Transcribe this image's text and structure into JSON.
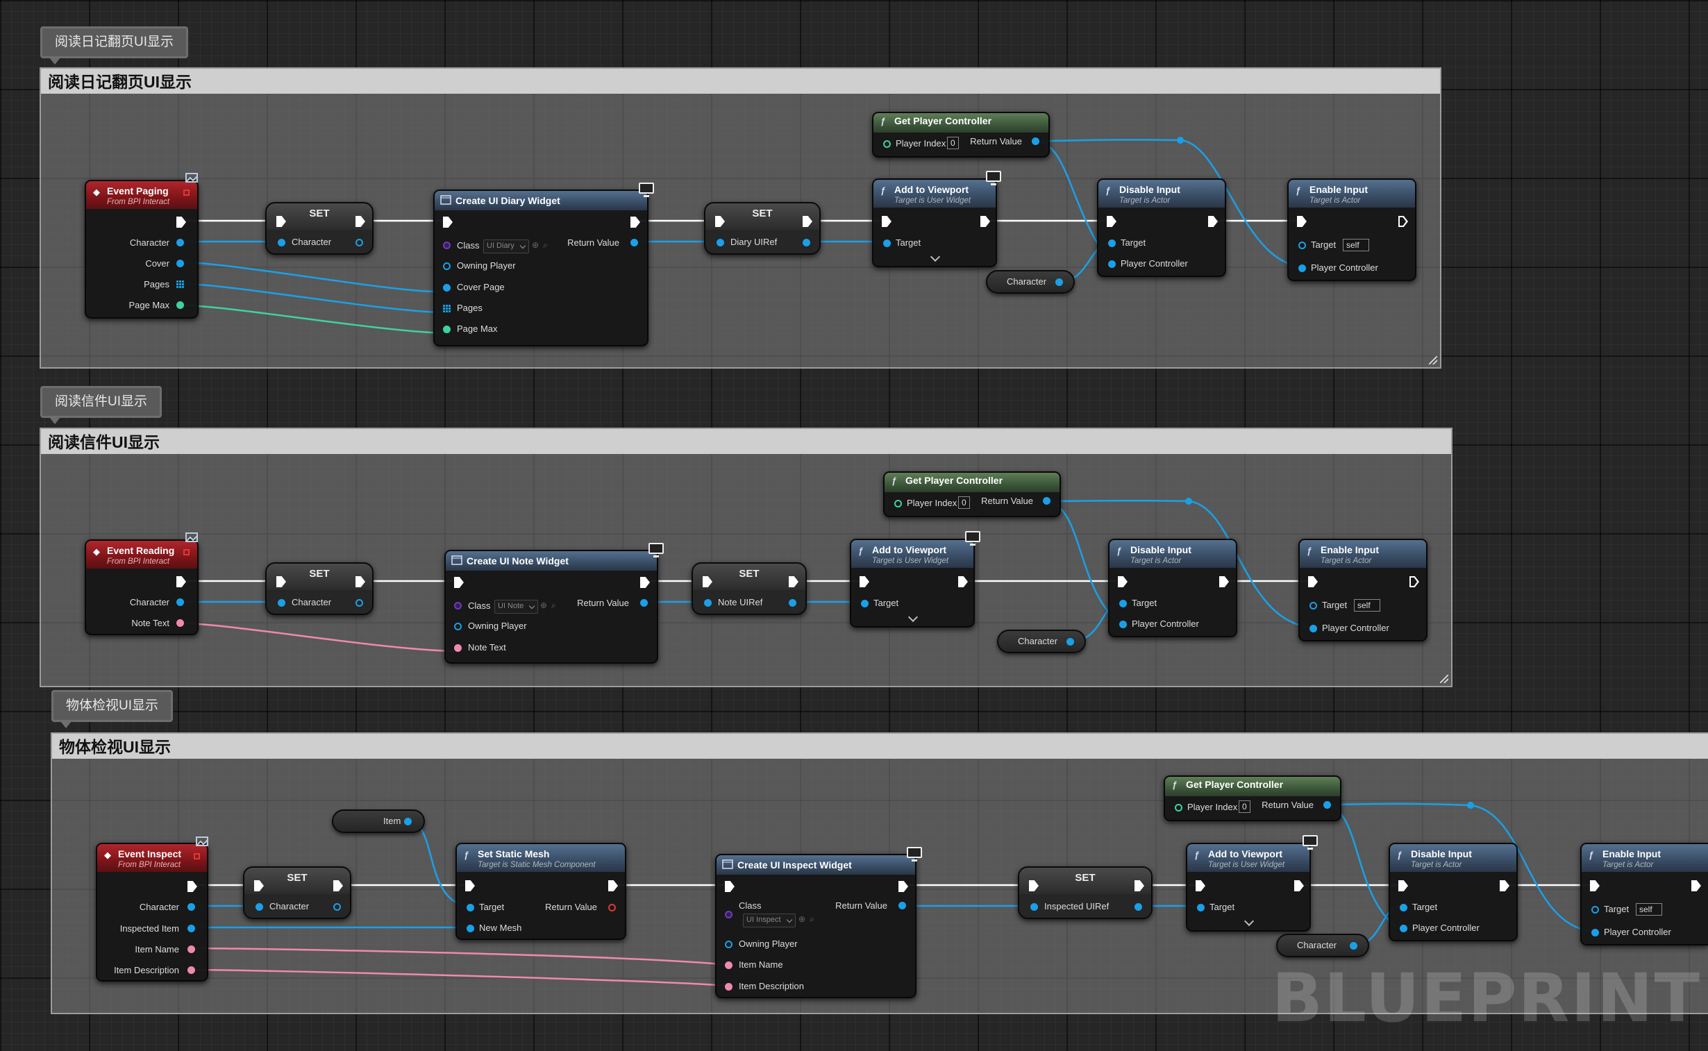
{
  "comments": [
    {
      "tag": "阅读日记翻页UI显示",
      "header": "阅读日记翻页UI显示"
    },
    {
      "tag": "阅读信件UI显示",
      "header": "阅读信件UI显示"
    },
    {
      "tag": "物体检视UI显示",
      "header": "物体检视UI显示"
    }
  ],
  "events": [
    {
      "title": "Event Paging",
      "subtitle": "From BPI Interact",
      "outputs": [
        "Character",
        "Cover",
        "Pages",
        "Page Max"
      ]
    },
    {
      "title": "Event Reading",
      "subtitle": "From BPI Interact",
      "outputs": [
        "Character",
        "Note Text"
      ]
    },
    {
      "title": "Event Inspect",
      "subtitle": "From BPI Interact",
      "outputs": [
        "Character",
        "Inspected Item",
        "Item Name",
        "Item Description"
      ]
    }
  ],
  "set_nodes": {
    "title": "SET",
    "set_character": "Character",
    "diary_uiref": "Diary UIRef",
    "note_uiref": "Note UIRef",
    "inspected_uiref": "Inspected UIRef"
  },
  "create_widgets": [
    {
      "title": "Create UI Diary Widget",
      "class_label": "Class",
      "class_value": "UI Diary",
      "return_label": "Return Value",
      "inputs": [
        "Owning Player",
        "Cover Page",
        "Pages",
        "Page Max"
      ]
    },
    {
      "title": "Create UI Note Widget",
      "class_label": "Class",
      "class_value": "UI Note",
      "return_label": "Return Value",
      "inputs": [
        "Owning Player",
        "Note Text"
      ]
    },
    {
      "title": "Create UI Inspect Widget",
      "class_label": "Class",
      "class_value": "UI Inspect",
      "return_label": "Return Value",
      "inputs": [
        "Owning Player",
        "Item Name",
        "Item Description"
      ]
    }
  ],
  "get_player_controller": {
    "title": "Get Player Controller",
    "index_label": "Player Index",
    "index_value": "0",
    "return_label": "Return Value"
  },
  "add_to_viewport": {
    "title": "Add to Viewport",
    "subtitle": "Target is User Widget",
    "target": "Target"
  },
  "disable_input": {
    "title": "Disable Input",
    "subtitle": "Target is Actor",
    "target": "Target",
    "pc": "Player Controller"
  },
  "enable_input": {
    "title": "Enable Input",
    "subtitle": "Target is Actor",
    "target": "Target",
    "target_value": "self",
    "pc": "Player Controller"
  },
  "getter_character": "Character",
  "getter_item": "Item",
  "set_static_mesh": {
    "title": "Set Static Mesh",
    "subtitle": "Target is Static Mesh Component",
    "target": "Target",
    "new_mesh": "New Mesh",
    "return_label": "Return Value"
  },
  "watermark": "BLUEPRINT",
  "colors": {
    "exec": "#ffffff",
    "object": "#1aa0e8",
    "text": "#f089b1",
    "integer": "#3fd39c",
    "event_header": "#9d1c22",
    "function_header": "#4a6281",
    "pure_header": "#4f6e49"
  },
  "icons": [
    "event-diamond-icon",
    "function-f-icon",
    "widget-icon",
    "monitor-icon",
    "interface-message-icon",
    "array-grid-icon",
    "exec-arrow-icon",
    "chevron-down-icon",
    "magnifier-icon",
    "use-selected-icon"
  ]
}
